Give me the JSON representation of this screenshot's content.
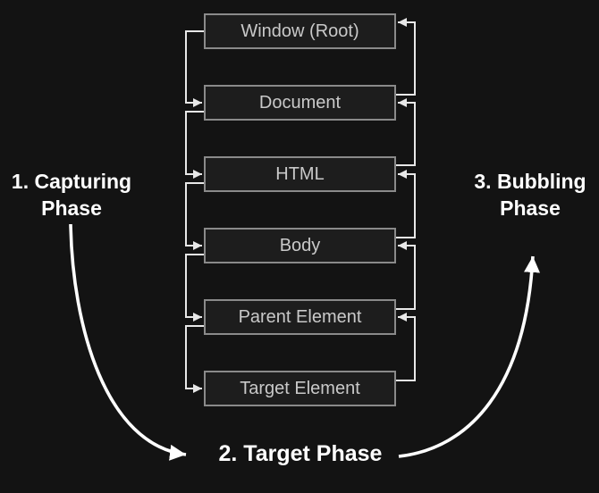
{
  "nodes": [
    {
      "id": "window",
      "label": "Window (Root)"
    },
    {
      "id": "document",
      "label": "Document"
    },
    {
      "id": "html",
      "label": "HTML"
    },
    {
      "id": "body",
      "label": "Body"
    },
    {
      "id": "parent",
      "label": "Parent Element"
    },
    {
      "id": "target",
      "label": "Target Element"
    }
  ],
  "phase_labels": {
    "capturing": {
      "line1": "1. Capturing",
      "line2": "Phase"
    },
    "target": {
      "label": "2. Target Phase"
    },
    "bubbling": {
      "line1": "3. Bubbling",
      "line2": "Phase"
    }
  },
  "colors": {
    "background": "#131313",
    "box_fill": "#1d1d1d",
    "box_border": "#8a8a8a",
    "box_text": "#c9c9c9",
    "connector": "#e8e8e8",
    "label_text": "#ffffff"
  }
}
